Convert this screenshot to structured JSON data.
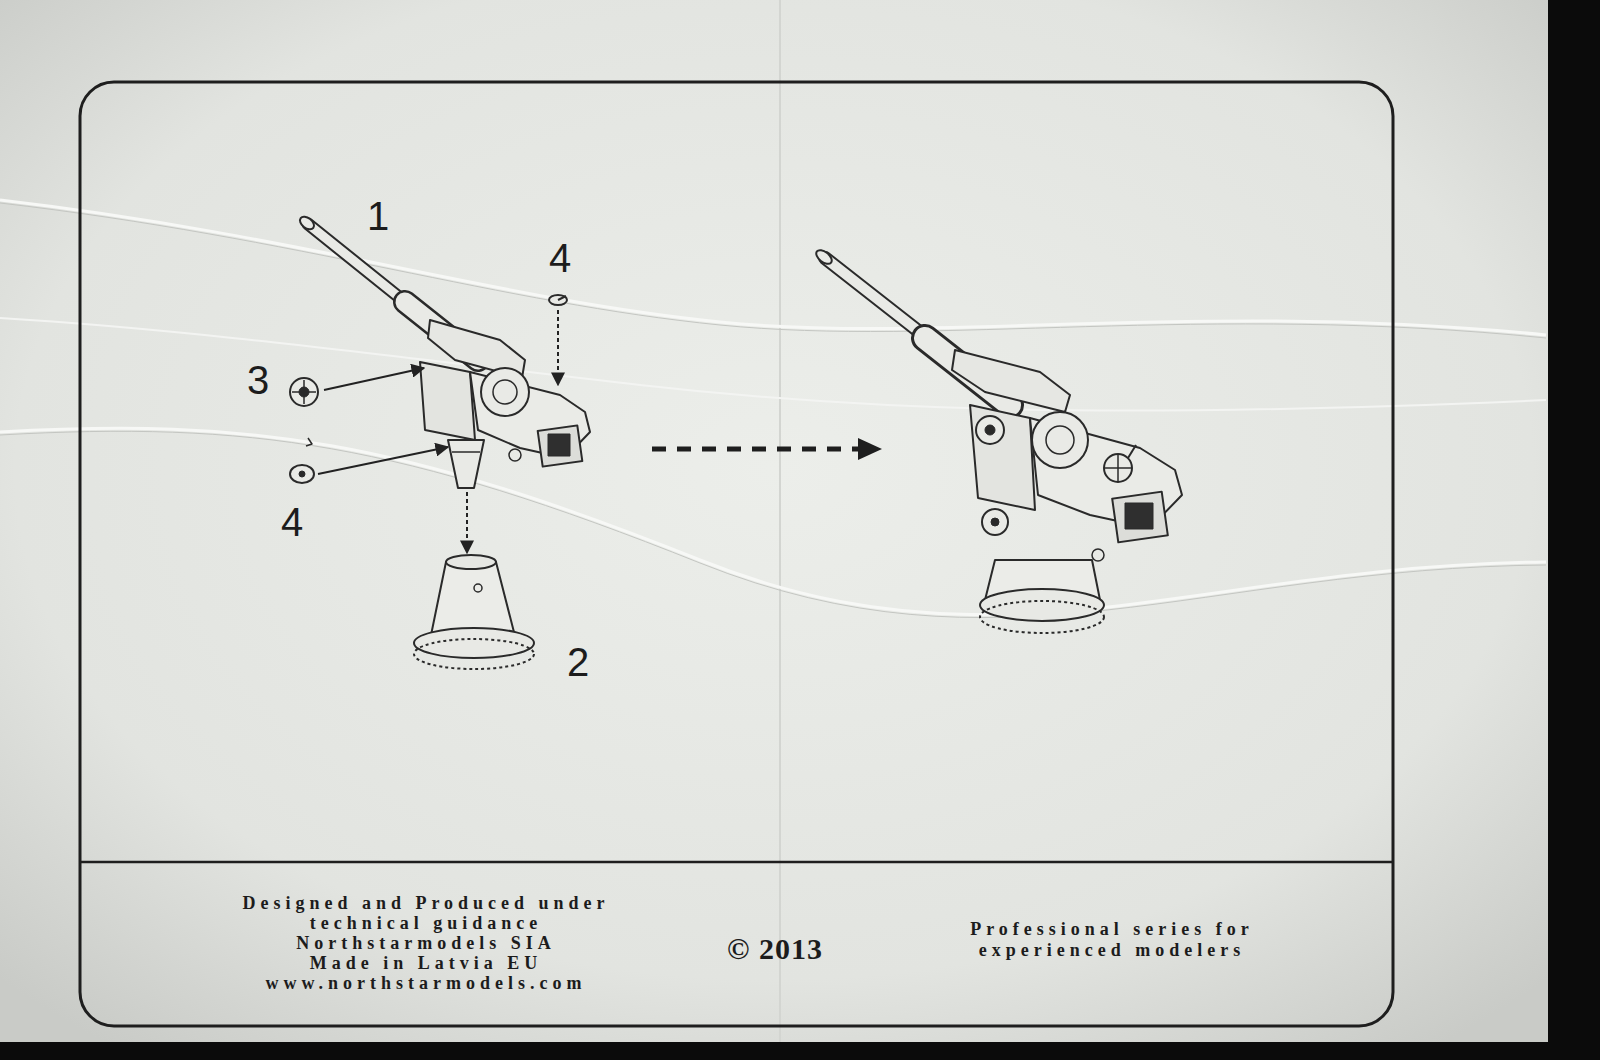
{
  "diagram": {
    "labels": [
      "1",
      "4",
      "3",
      "4",
      "2",
      "Designed and Produced under technical guidance Northstarmodels SIA Made in Latvia EU www.northstarmodels.com",
      "© 2013",
      "Professional series for experienced modelers"
    ]
  }
}
